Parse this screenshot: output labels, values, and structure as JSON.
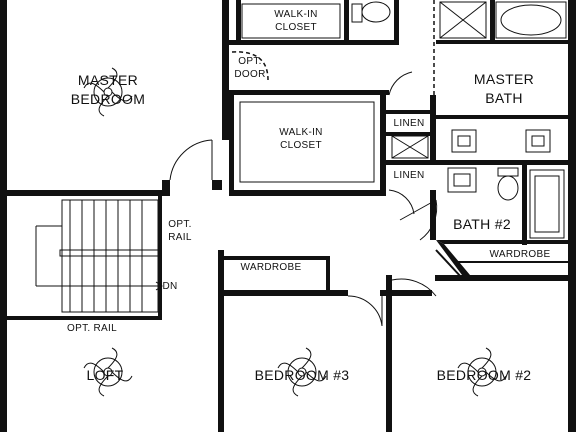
{
  "rooms": {
    "master_bedroom": [
      "MASTER",
      "BEDROOM"
    ],
    "master_bath": [
      "MASTER",
      "BATH"
    ],
    "walkin_closet_top": [
      "WALK-IN",
      "CLOSET"
    ],
    "walkin_closet_main": [
      "WALK-IN",
      "CLOSET"
    ],
    "opt_door": [
      "OPT.",
      "DOOR"
    ],
    "linen_1": "LINEN",
    "linen_2": "LINEN",
    "bath_2": "BATH #2",
    "wardrobe_bath": "WARDROBE",
    "wardrobe_bed3": "WARDROBE",
    "opt_rail_right": [
      "OPT.",
      "RAIL"
    ],
    "dn": "DN",
    "opt_rail_bottom": "OPT. RAIL",
    "loft": "LOFT",
    "bedroom_3": "BEDROOM #3",
    "bedroom_2": "BEDROOM #2"
  },
  "fixtures": {
    "ceiling_fan_count": 4
  }
}
